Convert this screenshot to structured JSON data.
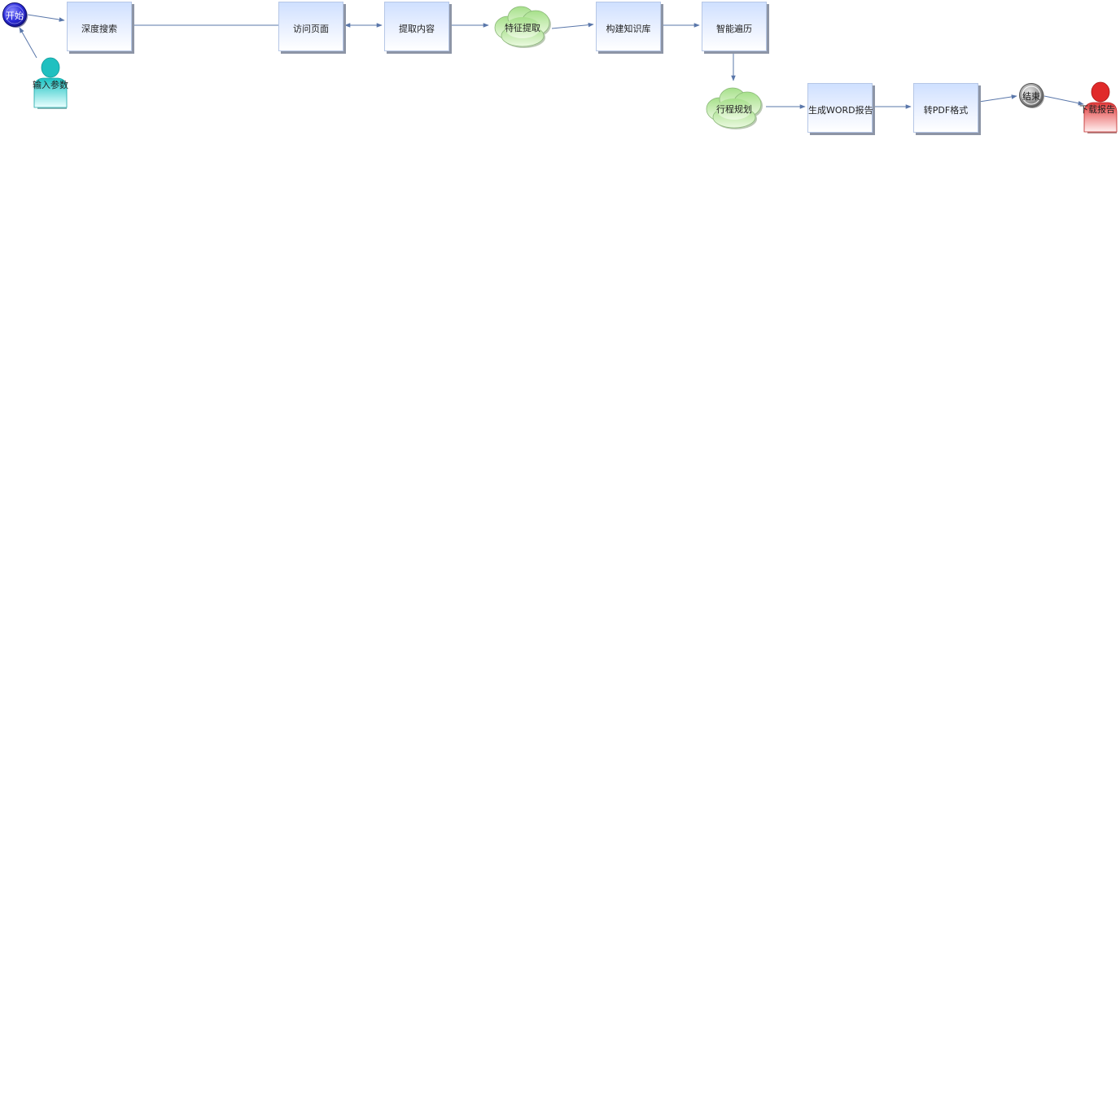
{
  "diagram": {
    "nodes": {
      "start": {
        "label": "开始"
      },
      "input_params": {
        "label": "输入参数"
      },
      "deep_search": {
        "label": "深度搜索"
      },
      "visit_page": {
        "label": "访问页面"
      },
      "extract_content": {
        "label": "提取内容"
      },
      "feature_extract": {
        "label": "特征提取"
      },
      "build_kb": {
        "label": "构建知识库"
      },
      "smart_traverse": {
        "label": "智能遍历"
      },
      "itinerary": {
        "label": "行程规划"
      },
      "gen_word": {
        "label": "生成WORD报告"
      },
      "to_pdf": {
        "label": "转PDF格式"
      },
      "end": {
        "label": "结束"
      },
      "download": {
        "label": "下载报告"
      }
    },
    "edges": [
      {
        "from": "input_params",
        "to": "start"
      },
      {
        "from": "start",
        "to": "deep_search"
      },
      {
        "from": "deep_search",
        "to": "extract_content"
      },
      {
        "from": "extract_content",
        "to": "visit_page"
      },
      {
        "from": "extract_content",
        "to": "feature_extract"
      },
      {
        "from": "feature_extract",
        "to": "build_kb"
      },
      {
        "from": "build_kb",
        "to": "smart_traverse"
      },
      {
        "from": "smart_traverse",
        "to": "itinerary"
      },
      {
        "from": "itinerary",
        "to": "gen_word"
      },
      {
        "from": "gen_word",
        "to": "to_pdf"
      },
      {
        "from": "to_pdf",
        "to": "end"
      },
      {
        "from": "end",
        "to": "download"
      }
    ],
    "colors": {
      "edge": "#5a77aa",
      "box_top": "#cfe0ff",
      "cloud": "#b8e6a0",
      "start_circle": "#2a2ad8",
      "end_circle": "#8a8a8a",
      "person_input": "#2cc8c8",
      "person_download": "#e02a2a"
    }
  }
}
